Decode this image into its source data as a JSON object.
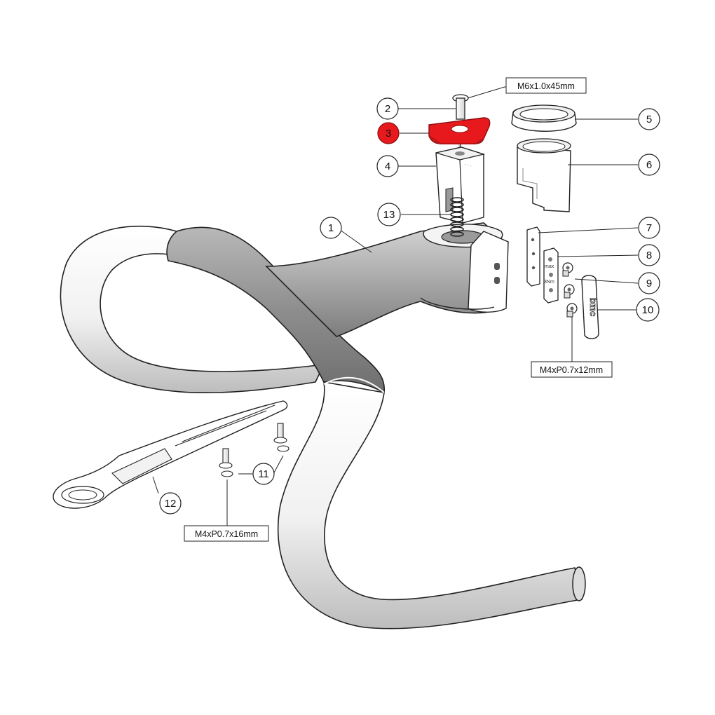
{
  "callouts": [
    {
      "id": "1",
      "label": "1",
      "highlighted": false
    },
    {
      "id": "2",
      "label": "2",
      "highlighted": false
    },
    {
      "id": "3",
      "label": "3",
      "highlighted": true
    },
    {
      "id": "4",
      "label": "4",
      "highlighted": false
    },
    {
      "id": "5",
      "label": "5",
      "highlighted": false
    },
    {
      "id": "6",
      "label": "6",
      "highlighted": false
    },
    {
      "id": "7",
      "label": "7",
      "highlighted": false
    },
    {
      "id": "8",
      "label": "8",
      "highlighted": false
    },
    {
      "id": "9",
      "label": "9",
      "highlighted": false
    },
    {
      "id": "10",
      "label": "10",
      "highlighted": false
    },
    {
      "id": "11",
      "label": "11",
      "highlighted": false
    },
    {
      "id": "12",
      "label": "12",
      "highlighted": false
    },
    {
      "id": "13",
      "label": "13",
      "highlighted": false
    }
  ],
  "specs": {
    "top_bolt": "M6x1.0x45mm",
    "side_bolts": "M4xP0.7x12mm",
    "mount_bolts": "M4xP0.7x16mm"
  },
  "part_markings": {
    "torque_max": "max",
    "torque_value": "3Nm",
    "cover_brand": "bmc"
  },
  "colors": {
    "highlight": "#e8191c",
    "line": "#222222",
    "part_fill": "#ffffff",
    "dark_section": "#8a8a8a"
  }
}
